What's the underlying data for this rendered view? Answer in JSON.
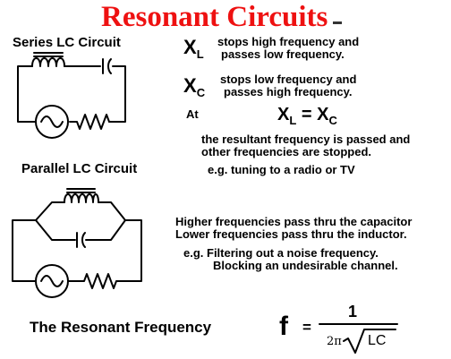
{
  "title": "Resonant Circuits",
  "series": {
    "heading": "Series LC Circuit",
    "xl_symbol": "X",
    "xl_sub": "L",
    "xl_line1": "stops high frequency and",
    "xl_line2": "passes low frequency.",
    "xc_symbol": "X",
    "xc_sub": "C",
    "xc_line1": "stops low frequency and",
    "xc_line2": "passes high frequency.",
    "at_label": "At",
    "eq_left": "X",
    "eq_left_sub": "L",
    "eq_equals": "=",
    "eq_right": "X",
    "eq_right_sub": "C",
    "result_line1": "the resultant     frequency is passed and",
    "result_line2": "other frequencies are stopped.",
    "example": "e.g. tuning to a radio or TV"
  },
  "parallel": {
    "heading": "Parallel LC Circuit",
    "line1": "Higher frequencies pass thru the capacitor",
    "line2": "Lower frequencies pass thru the inductor.",
    "example_line1": "e.g. Filtering out a noise frequency.",
    "example_line2": "Blocking an undesirable channel."
  },
  "resonant": {
    "heading": "The Resonant Frequency",
    "f_symbol": "f",
    "equals": "=",
    "numerator": "1",
    "two_pi": "2π",
    "lc": "LC"
  },
  "colors": {
    "title": "#ee1111",
    "ink": "#000000"
  }
}
